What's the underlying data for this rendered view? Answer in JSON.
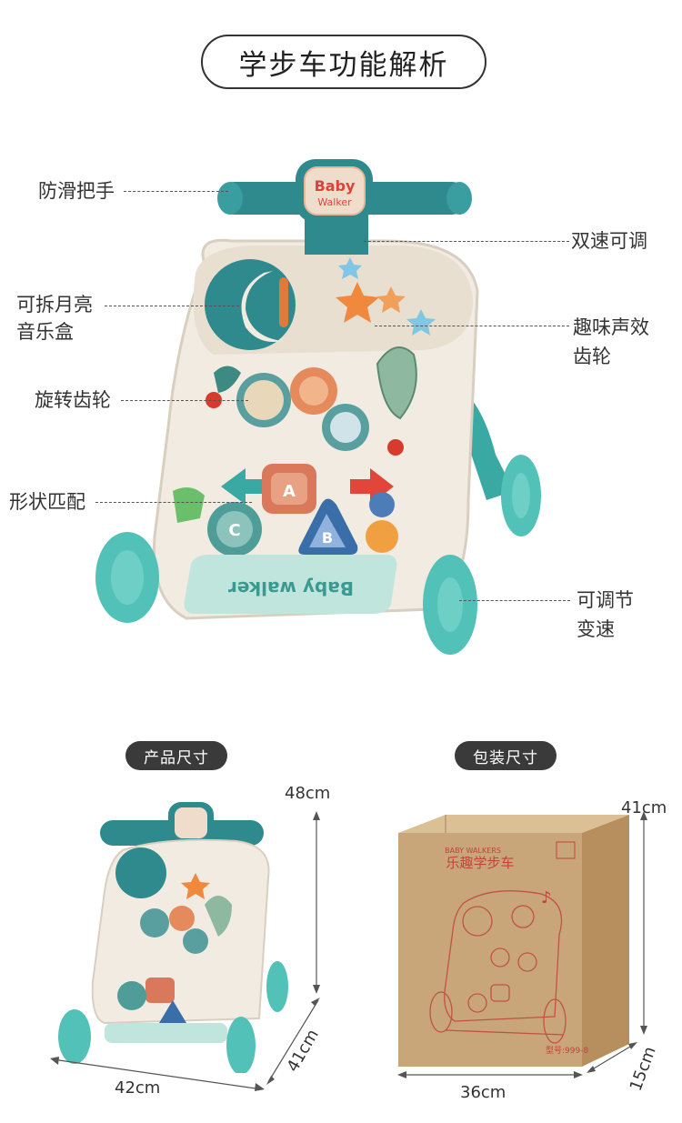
{
  "title": "学步车功能解析",
  "callouts": {
    "handle": "防滑把手",
    "speed_dual": "双速可调",
    "moon_box_line1": "可拆月亮",
    "moon_box_line2": "音乐盒",
    "sound_gear_line1": "趣味声效",
    "sound_gear_line2": "齿轮",
    "rotating_gear": "旋转齿轮",
    "shape_match": "形状匹配",
    "adjustable_line1": "可调节",
    "adjustable_line2": "变速"
  },
  "product_logo": {
    "line1": "Baby",
    "line2": "Walker",
    "front_panel": "Baby walker"
  },
  "shape_letters": [
    "A",
    "C",
    "B"
  ],
  "sizes": {
    "product_label": "产品尺寸",
    "package_label": "包装尺寸",
    "product_height": "48cm",
    "product_width": "42cm",
    "product_depth": "41cm",
    "package_height": "41cm",
    "package_width": "36cm",
    "package_depth": "15cm"
  },
  "box": {
    "brand_en": "BABY WALKERS",
    "brand_cn": "乐趣学步车",
    "model": "型号:999-8"
  },
  "colors": {
    "teal": "#2e8a8c",
    "teal_light": "#5bc6c0",
    "body_cream": "#eee7dc",
    "accent_orange": "#f08040",
    "accent_red": "#e04a38",
    "cardboard": "#c9a679"
  }
}
